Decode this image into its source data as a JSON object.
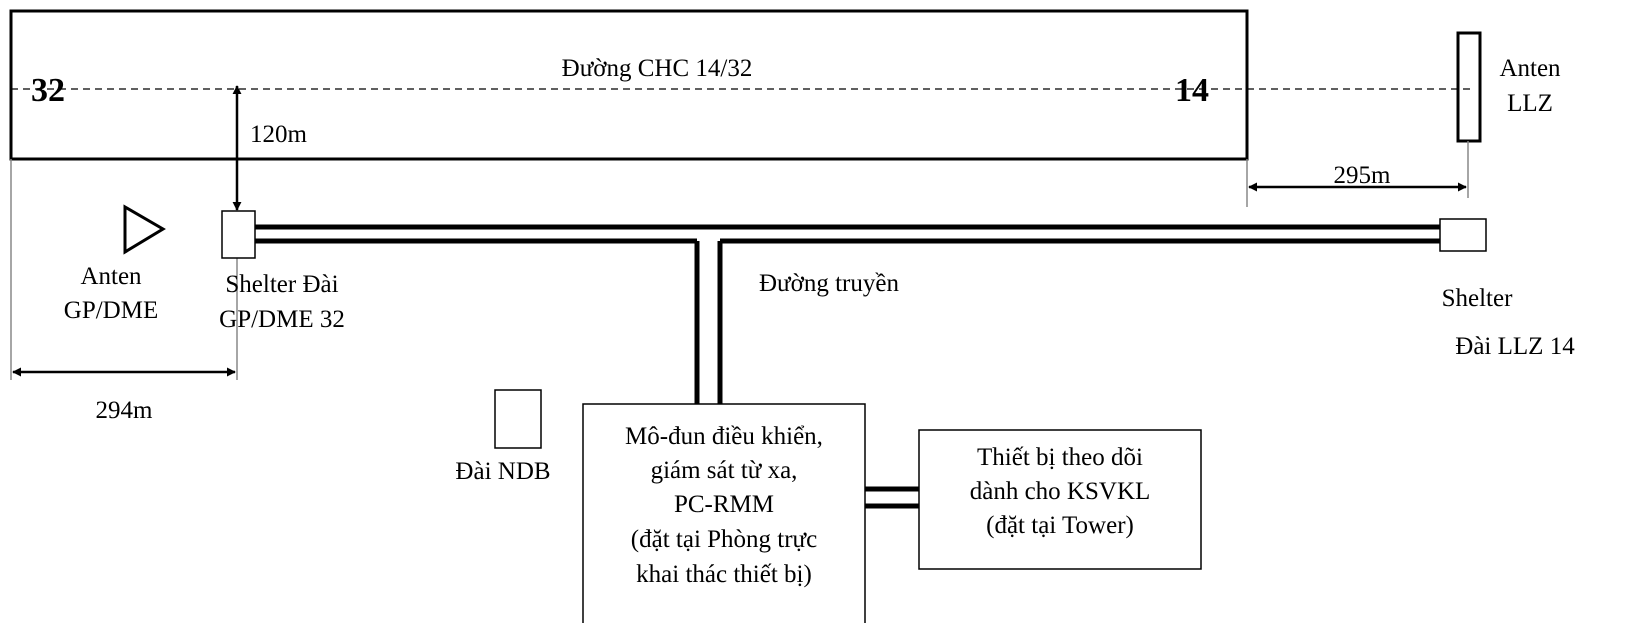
{
  "runway": {
    "title": "Đường CHC 14/32",
    "threshold_left": "32",
    "threshold_right": "14"
  },
  "llz_antenna": {
    "line1": "Anten",
    "line2": "LLZ"
  },
  "dist_gp_runway": "120m",
  "dist_llz": "295m",
  "dist_gp_end": "294m",
  "gp_antenna": {
    "line1": "Anten",
    "line2": "GP/DME"
  },
  "gp_shelter": {
    "line1": "Shelter Đài",
    "line2": "GP/DME 32"
  },
  "transmission_line": "Đường truyền",
  "llz_shelter": {
    "line1": "Shelter",
    "line2": "Đài LLZ 14"
  },
  "ndb": "Đài NDB",
  "control_module": {
    "lines": [
      "Mô-đun điều khiển,",
      "giám sát từ xa,",
      "PC-RMM",
      "(đặt tại Phòng trực",
      "khai thác thiết bị)"
    ]
  },
  "tower_monitor": {
    "lines": [
      "Thiết bị theo dõi",
      "dành cho KSVKL",
      "(đặt tại Tower)"
    ]
  }
}
